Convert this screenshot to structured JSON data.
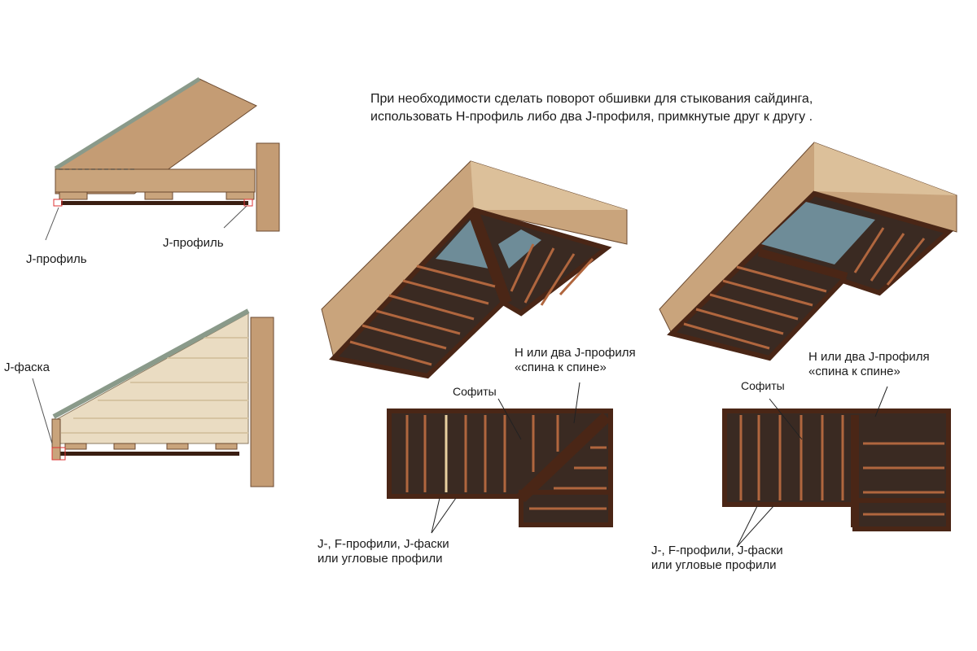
{
  "heading": {
    "line1": "При необходимости сделать поворот обшивки для стыкования сайдинга,",
    "line2": "использовать H-профиль либо два J-профиля, примкнутые друг к другу ."
  },
  "left_top": {
    "label_left": "J-профиль",
    "label_right": "J-профиль"
  },
  "left_bottom": {
    "label": "J-фаска"
  },
  "middle": {
    "soffit_label": "Софиты",
    "h_label_1": "H или два J-профиля",
    "h_label_2": "«спина к спине»",
    "profiles_1": "J-, F-профили, J-фаски",
    "profiles_2": "или угловые профили"
  },
  "right": {
    "soffit_label": "Софиты",
    "h_label_1": "H или два J-профиля",
    "h_label_2": "«спина к спине»",
    "profiles_1": "J-, F-профили, J-фаски",
    "profiles_2": "или угловые профили"
  },
  "colors": {
    "wood": "#c9a47c",
    "frame": "#4a2616",
    "soffit": "#3a2a22",
    "bar": "#b0663e",
    "glass": "#6e8c98",
    "siding": "#eadcc2"
  }
}
